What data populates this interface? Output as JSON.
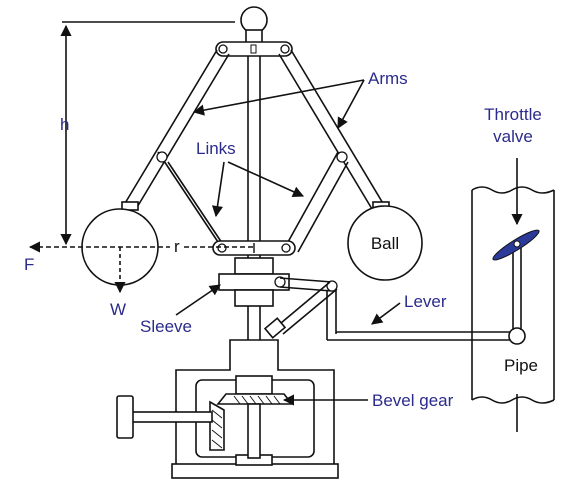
{
  "labels": {
    "h": "h",
    "r": "r",
    "F": "F",
    "W": "W",
    "arms": "Arms",
    "links": "Links",
    "ball": "Ball",
    "sleeve": "Sleeve",
    "lever": "Lever",
    "throttle_line1": "Throttle",
    "throttle_line2": "valve",
    "pipe": "Pipe",
    "bevel_gear": "Bevel gear"
  },
  "colors": {
    "label_text": "#2b2b8c",
    "line": "#111111",
    "valve_fill": "#2b3a99",
    "background": "#ffffff"
  }
}
